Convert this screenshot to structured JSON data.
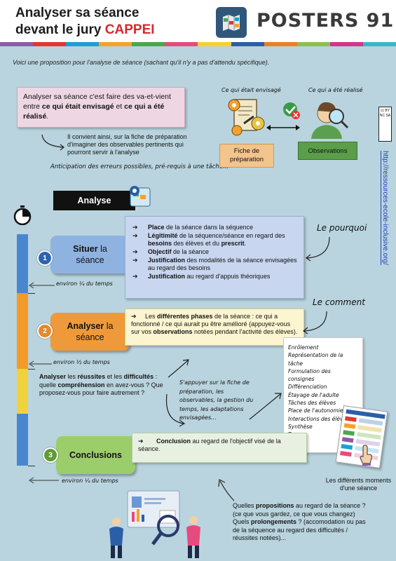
{
  "header": {
    "title_line1": "Analyser sa séance",
    "title_line2_plain": "devant le jury ",
    "title_line2_red": "CAPPEI",
    "brand": "POSTERS 91",
    "stripe_colors": [
      "#8b5ca8",
      "#e7352f",
      "#1a9fd6",
      "#f6a12a",
      "#49a84c",
      "#e74a7e",
      "#f6d12c",
      "#2a5fa8",
      "#ef7d22",
      "#8cc04d",
      "#d6338c",
      "#36b7c9"
    ]
  },
  "intro": "Voici une proposition pour l'analyse de séance (sachant qu'il n'y a pas d'attendu spécifique).",
  "pink_box": {
    "part1": "Analyser sa séance c'est faire des va-et-vient entre ",
    "bold1": "ce qui était envisagé",
    "part2": " et ",
    "bold2": "ce qui a été réalisé",
    "part3": "."
  },
  "note1": "Il convient ainsi, sur la fiche de préparation d'imaginer des observables pertinents qui pourront servir à l'analyse",
  "note2": "Anticipation des erreurs possibles, pré-requis à une tâche...",
  "labels": {
    "envisage": "Ce qui était envisagé",
    "realise": "Ce qui a été réalisé",
    "fiche": "Fiche de préparation",
    "observations": "Observations",
    "cc": "cc BY NC SA",
    "url": "http://ressources-ecole-inclusive.org/"
  },
  "analyse_tag": "Analyse",
  "steps": {
    "s1_num": "1",
    "s1_bold": "Situer",
    "s1_rest": " la",
    "s1_line2": "séance",
    "s2_num": "2",
    "s2_bold": "Analyser",
    "s2_rest": " la",
    "s2_line2": "séance",
    "s3_num": "3",
    "s3_label": "Conclusions"
  },
  "times": {
    "t1": "environ ¼ du temps",
    "t2": "environ ½ du temps",
    "t3": "environ ¼ du temps"
  },
  "bar_colors": {
    "blue": "#4a86d0",
    "orange": "#f49a26",
    "yellow": "#f2d23c",
    "green": "#6db040",
    "blue2": "#4a86d0"
  },
  "blue_panel": {
    "arrow": "➔",
    "i1_b": "Place",
    "i1_r": " de la séance dans la séquence",
    "i2_b": "Légitimité",
    "i2_r1": " de la séquence/séance en regard des ",
    "i2_b2": "besoins",
    "i2_r2": " des élèves et du ",
    "i2_b3": "prescrit",
    "i2_r3": ".",
    "i3_b": "Objectif",
    "i3_r": " de la séance",
    "i4_b": "Justification",
    "i4_r": " des modalités de la séance envisagées au regard des besoins",
    "i5_b": "Justification",
    "i5_r": " au regard d'appuis théoriques"
  },
  "yellow_panel": {
    "arrow": "➔",
    "p1": "Les ",
    "b1": "différentes phases",
    "p2": " de la séance : ce qui a fonctionné / ce qui aurait pu être amélioré (appuyez-vous sur vos ",
    "b2": "observations",
    "p3": " notées pendant l'activité des élèves)."
  },
  "green_panel": {
    "arrow": "➔",
    "b1": "Conclusion",
    "p1": " au regard de l'objectif visé de la séance."
  },
  "hand_labels": {
    "pourquoi": "Le pourquoi",
    "comment": "Le comment"
  },
  "moments_list": [
    "Enrôlement",
    "Représentation de la tâche",
    "Formulation des consignes",
    "Différenciation",
    "Étayage de l'adulte",
    "Tâches des élèves",
    "Place de l'autonomie",
    "Interactions des élèves",
    "Synthèse",
    "Traces"
  ],
  "analyser_text": {
    "b1": "Analyser",
    "p1": " les ",
    "b2": "réussites",
    "p2": " et les ",
    "b3": "difficultés",
    "p3": " : quelle ",
    "b4": "compréhension",
    "p4": " en avez-vous ? Que proposez-vous pour faire autrement ?"
  },
  "sappuyer": "S'appuyer sur la fiche de préparation, les observables, la gestion du temps, les adaptations envisagées...",
  "moments_caption": "Les différents moments d'une séance",
  "quelles": {
    "p1": "Quelles ",
    "b1": "propositions",
    "p2": " au regard de la séance ? (ce que vous gardez, ce que vous changez)",
    "p3": "Quels ",
    "b2": "prolongements",
    "p4": " ? (accomodation ou pas de la séquence au regard des difficultés / réussites notées)..."
  }
}
